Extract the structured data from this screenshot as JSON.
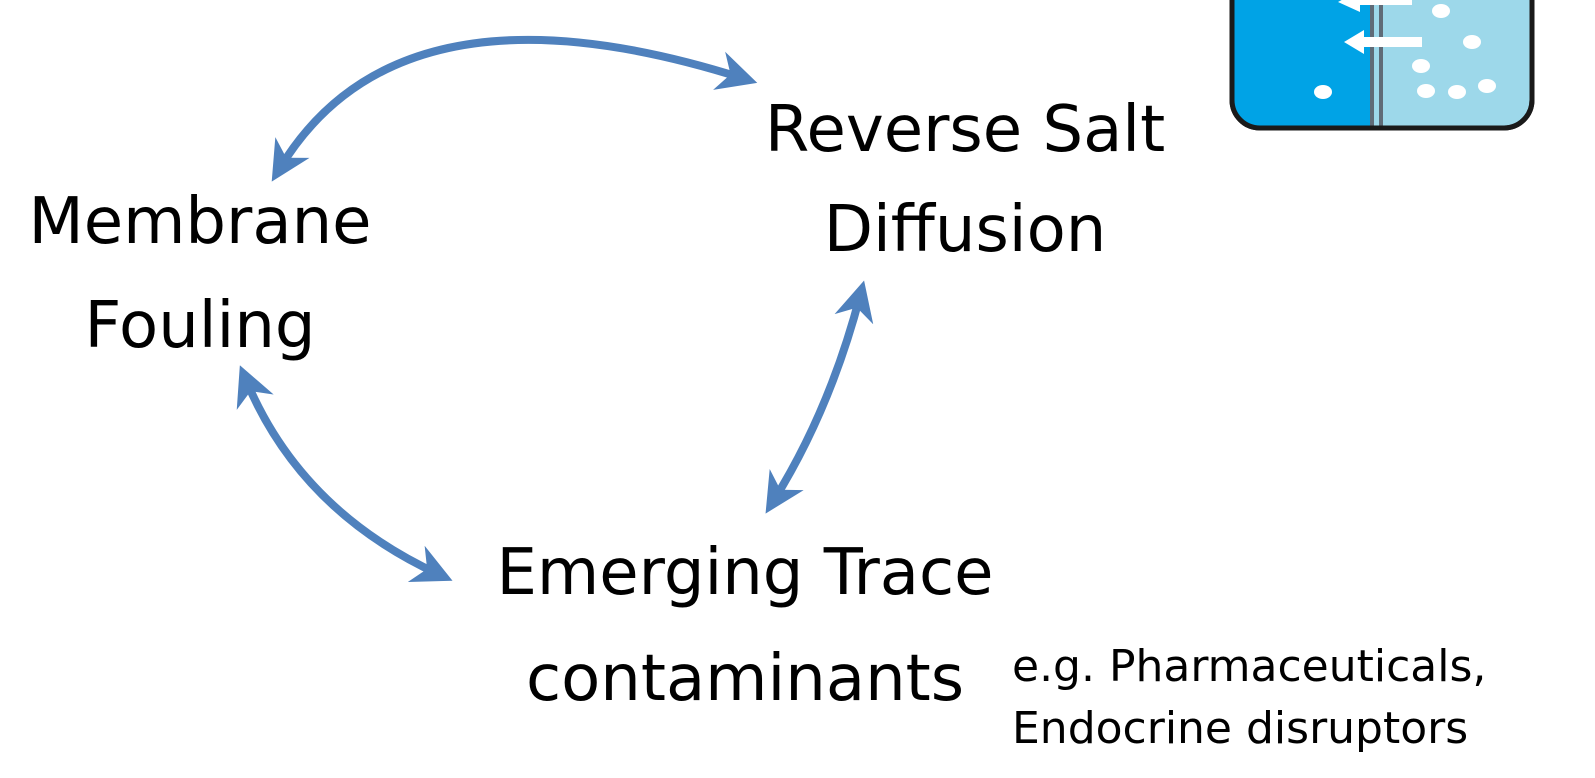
{
  "diagram": {
    "nodes": {
      "fouling": {
        "line1": "Membrane",
        "line2": "Fouling"
      },
      "reverse_salt": {
        "line1": "Reverse Salt",
        "line2": "Diffusion"
      },
      "trace": {
        "line1": "Emerging Trace",
        "line2": "contaminants"
      }
    },
    "example_note": {
      "line1": "e.g. Pharmaceuticals,",
      "line2": "Endocrine disruptors"
    },
    "edges": [
      {
        "from": "fouling",
        "to": "reverse_salt",
        "bidirectional": true
      },
      {
        "from": "reverse_salt",
        "to": "trace",
        "bidirectional": true
      },
      {
        "from": "trace",
        "to": "fouling",
        "bidirectional": true
      }
    ]
  },
  "colors": {
    "arrow": "#4F81BD",
    "text": "#000000",
    "membrane_feed": "#00A3E6",
    "membrane_draw": "#9DD8EA",
    "membrane_outline": "#1A1A1A"
  },
  "icons": {
    "membrane": "membrane-cell-icon"
  }
}
